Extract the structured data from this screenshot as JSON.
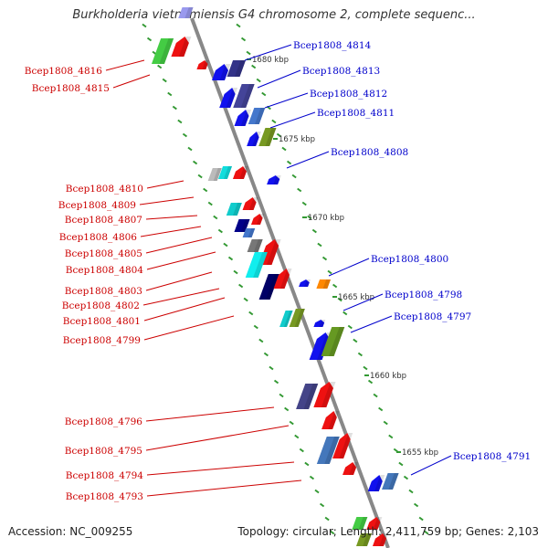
{
  "title": "Burkholderia vietnamiensis G4 chromosome 2, complete sequenc...",
  "footer": {
    "accession": "Accession: NC_009255",
    "summary": "Topology: circular; Length: 2,411,759 bp; Genes: 2,103"
  },
  "colors": {
    "backbone": "#888888",
    "tick": "#339933",
    "left_label": "#cc0000",
    "right_label": "#0000cc"
  },
  "scale_labels": [
    "1680 kbp",
    "1675 kbp",
    "1670 kbp",
    "1665 kbp",
    "1660 kbp",
    "1655 kbp"
  ],
  "labels_left": [
    {
      "text": "Bcep1808_4816"
    },
    {
      "text": "Bcep1808_4815"
    },
    {
      "text": "Bcep1808_4810"
    },
    {
      "text": "Bcep1808_4809"
    },
    {
      "text": "Bcep1808_4807"
    },
    {
      "text": "Bcep1808_4806"
    },
    {
      "text": "Bcep1808_4805"
    },
    {
      "text": "Bcep1808_4804"
    },
    {
      "text": "Bcep1808_4803"
    },
    {
      "text": "Bcep1808_4802"
    },
    {
      "text": "Bcep1808_4801"
    },
    {
      "text": "Bcep1808_4799"
    },
    {
      "text": "Bcep1808_4796"
    },
    {
      "text": "Bcep1808_4795"
    },
    {
      "text": "Bcep1808_4794"
    },
    {
      "text": "Bcep1808_4793"
    }
  ],
  "labels_right": [
    {
      "text": "Bcep1808_4814"
    },
    {
      "text": "Bcep1808_4813"
    },
    {
      "text": "Bcep1808_4812"
    },
    {
      "text": "Bcep1808_4811"
    },
    {
      "text": "Bcep1808_4808"
    },
    {
      "text": "Bcep1808_4800"
    },
    {
      "text": "Bcep1808_4798"
    },
    {
      "text": "Bcep1808_4797"
    },
    {
      "text": "Bcep1808_4791"
    }
  ]
}
